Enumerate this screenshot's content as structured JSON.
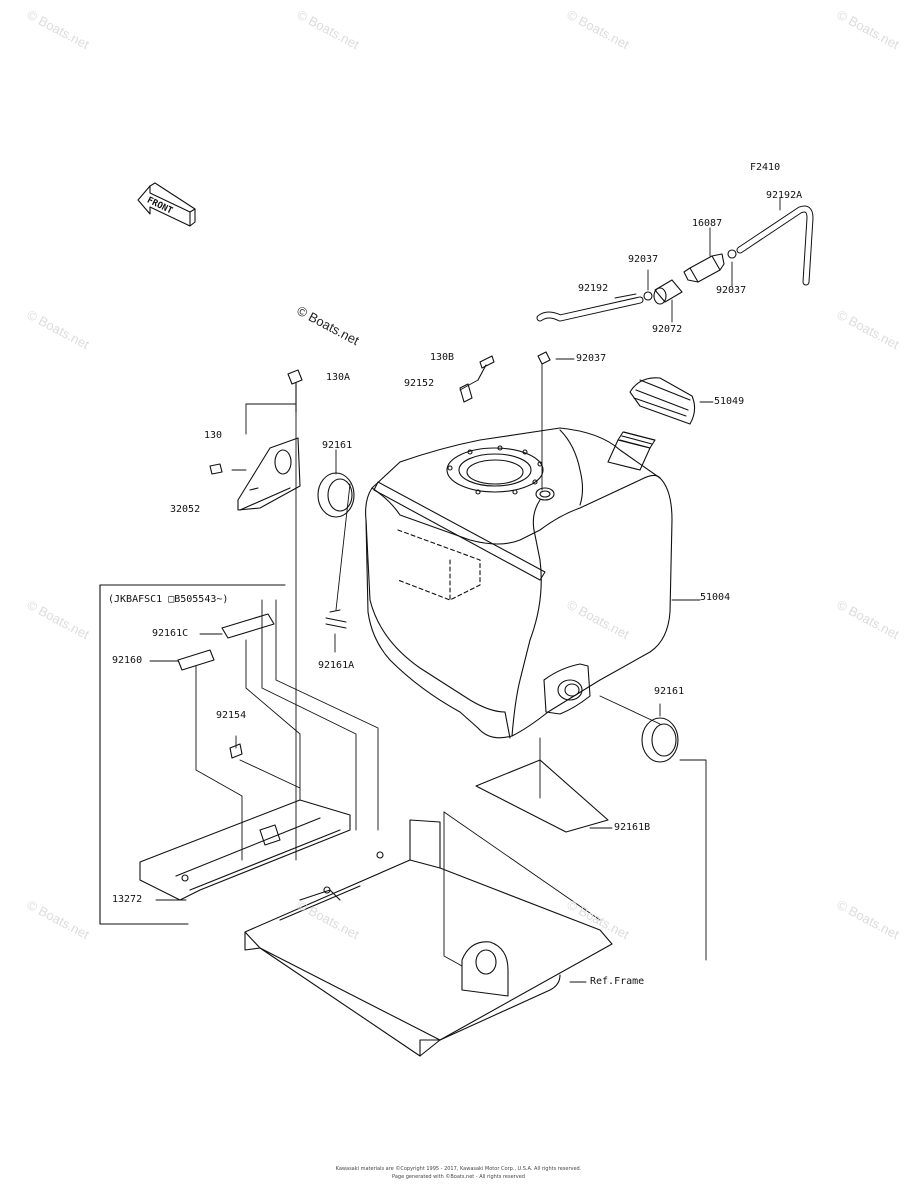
{
  "figure_code": "F2410",
  "front_label": "FRONT",
  "watermark": "© Boats.net",
  "variant_note": "(JKBAFSC1 □B505543~)",
  "parts": {
    "p130A": "130A",
    "p130": "130",
    "p32052": "32052",
    "p92161_top": "92161",
    "p130B": "130B",
    "p92152": "92152",
    "p92161A": "92161A",
    "p92192": "92192",
    "p92037_a": "92037",
    "p92037_b": "92037",
    "p92037_c": "92037",
    "p16087": "16087",
    "p92192A": "92192A",
    "p92072": "92072",
    "p51049": "51049",
    "p51004": "51004",
    "p92161_right": "92161",
    "p92161B": "92161B",
    "p92161C": "92161C",
    "p92160": "92160",
    "p92154": "92154",
    "p13272": "13272",
    "ref_frame": "Ref.Frame"
  },
  "footer": {
    "line1": "Kawasaki materials are ©Copyright 1995 - 2017, Kawasaki Motor Corp., U.S.A. All rights reserved.",
    "line2": "Page generated with ©Boats.net - All rights reserved"
  }
}
